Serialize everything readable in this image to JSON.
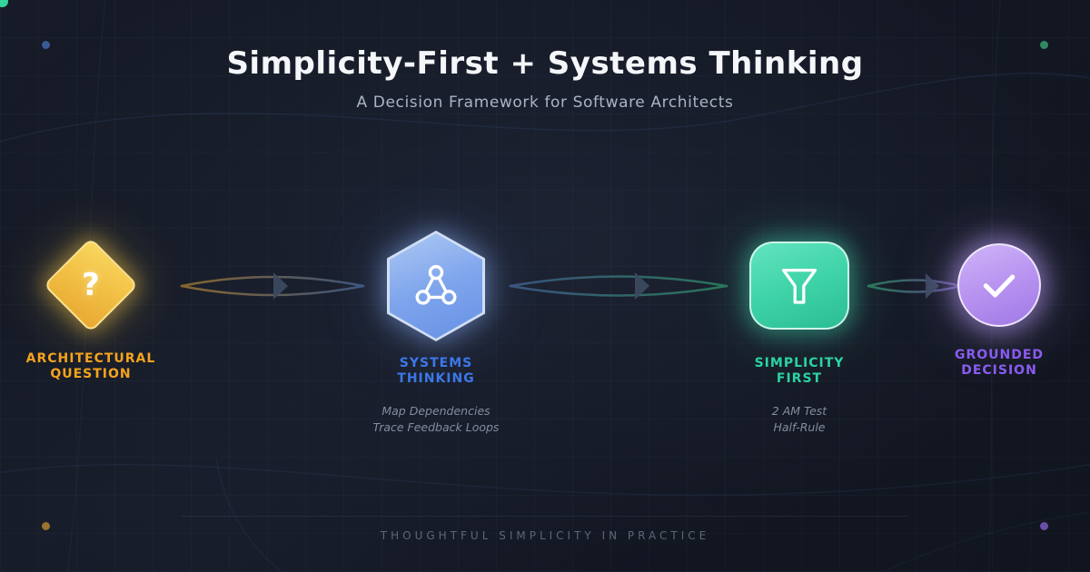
{
  "header": {
    "title": "Simplicity-First + Systems Thinking",
    "subtitle": "A Decision Framework for Software Architects"
  },
  "stages": [
    {
      "name": "Architectural Question",
      "shape": "diamond",
      "icon": "question-mark-icon",
      "glyph": "?",
      "label_lines": [
        "ARCHITECTURAL",
        "QUESTION"
      ],
      "accent": "#f5a31e",
      "shape_colors": [
        "#f9d75f",
        "#e8a832"
      ],
      "details": []
    },
    {
      "name": "Systems Thinking",
      "shape": "hexagon",
      "icon": "network-nodes-icon",
      "label_lines": [
        "SYSTEMS",
        "THINKING"
      ],
      "accent": "#3c78e8",
      "shape_colors": [
        "#adc9f4",
        "#6690e5"
      ],
      "details": [
        "Map Dependencies",
        "Trace Feedback Loops"
      ]
    },
    {
      "name": "Simplicity First",
      "shape": "rounded-square",
      "icon": "funnel-icon",
      "label_lines": [
        "SIMPLICITY",
        "FIRST"
      ],
      "accent": "#2bd3a2",
      "shape_colors": [
        "#63e4bf",
        "#2bbd93"
      ],
      "details": [
        "2 AM Test",
        "Half-Rule"
      ]
    },
    {
      "name": "Grounded Decision",
      "shape": "circle",
      "icon": "checkmark-icon",
      "label_lines": [
        "GROUNDED",
        "DECISION"
      ],
      "accent": "#8a5cf0",
      "shape_colors": [
        "#cfb4f8",
        "#a078e6"
      ],
      "details": []
    }
  ],
  "connectors": [
    {
      "style": "lens-arrow",
      "gradient": [
        "#a2782f",
        "#45628e"
      ]
    },
    {
      "style": "lens-arrow",
      "gradient": [
        "#40608f",
        "#2f8a62"
      ]
    },
    {
      "style": "lens-arrow",
      "gradient": [
        "#2f8a62",
        "#6b54a6"
      ]
    }
  ],
  "footer": {
    "tagline": "THOUGHTFUL SIMPLICITY IN PRACTICE"
  },
  "colors": {
    "background": "#141824",
    "title": "#f4f6f9",
    "subtitle": "#a9b4c4",
    "tagline": "#5d6678",
    "arrow_head": "#3b4a60",
    "corner_dots": [
      "#3a5a96",
      "#2f8a63",
      "#9c7230",
      "#6a4fa8"
    ]
  }
}
